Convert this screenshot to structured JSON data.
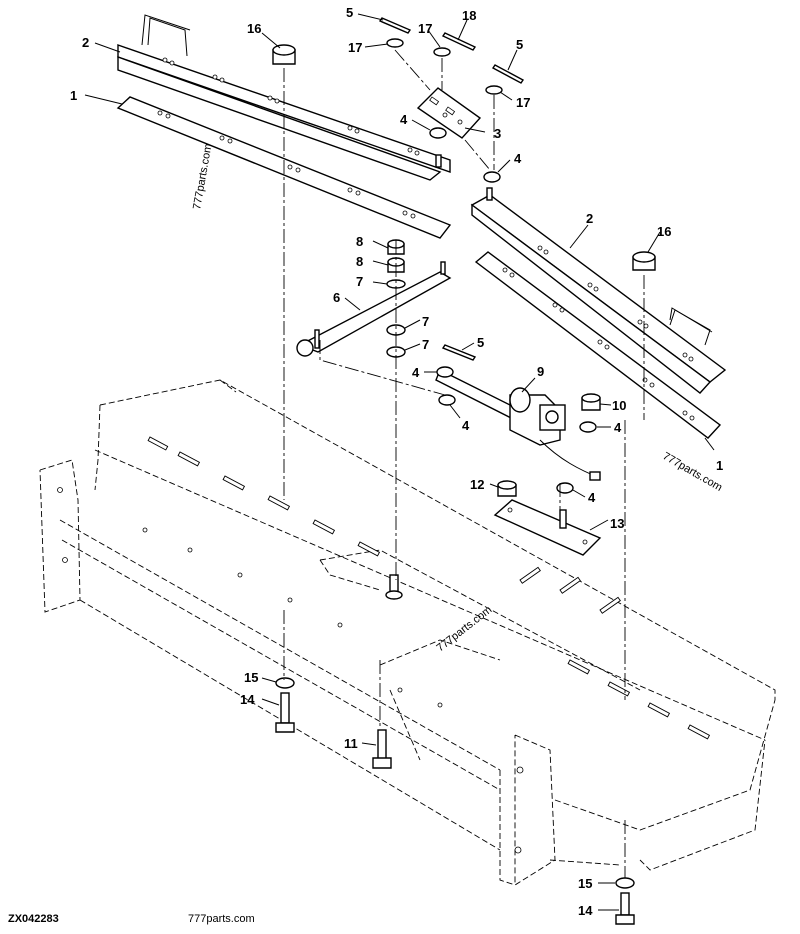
{
  "diagram_id": "ZX042283",
  "footer_site": "777parts.com",
  "watermarks": [
    "777parts.com",
    "777parts.com",
    "777parts.com"
  ],
  "callouts": [
    "1",
    "1",
    "2",
    "2",
    "3",
    "4",
    "4",
    "4",
    "4",
    "4",
    "4",
    "5",
    "5",
    "5",
    "6",
    "7",
    "7",
    "7",
    "8",
    "8",
    "9",
    "10",
    "11",
    "12",
    "13",
    "14",
    "14",
    "15",
    "15",
    "16",
    "16",
    "17",
    "17",
    "17",
    "18"
  ]
}
